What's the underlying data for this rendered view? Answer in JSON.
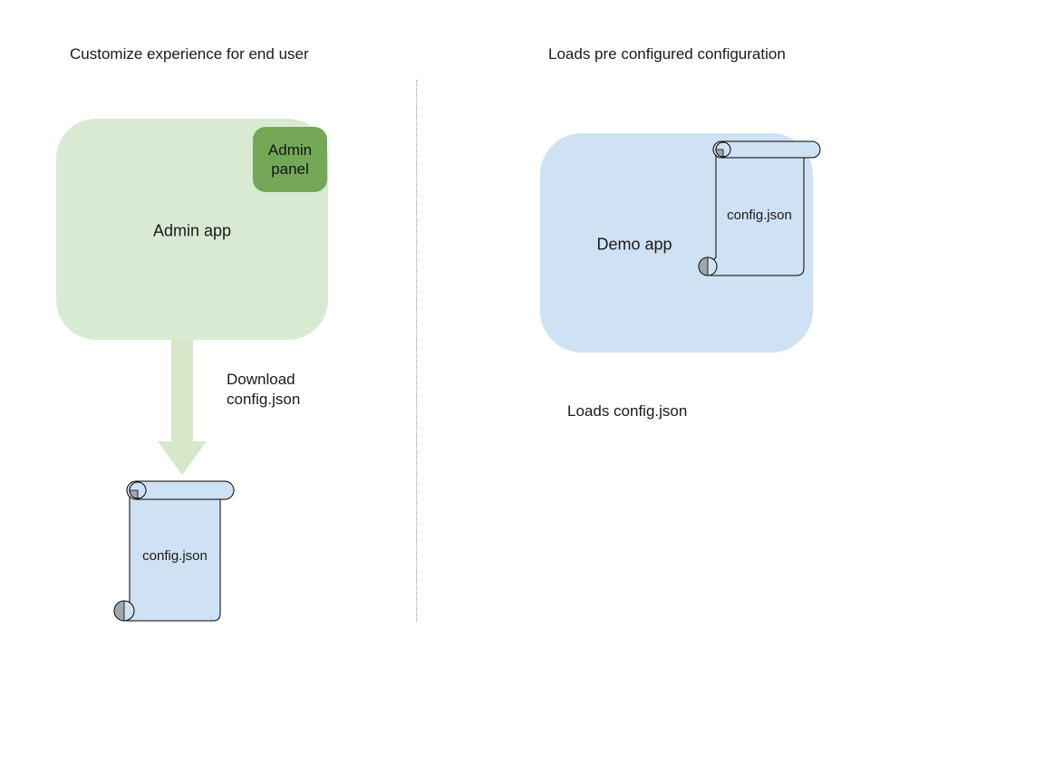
{
  "left": {
    "title": "Customize experience for end user",
    "admin_app_label": "Admin app",
    "admin_panel_label_line1": "Admin",
    "admin_panel_label_line2": "panel",
    "download_label_line1": "Download",
    "download_label_line2": "config.json",
    "config_file_label": "config.json"
  },
  "right": {
    "title": "Loads pre configured configuration",
    "demo_app_label": "Demo app",
    "config_file_label": "config.json",
    "caption": "Loads config.json"
  },
  "colors": {
    "background": "#ffffff",
    "admin_app_fill": "#d9ead3",
    "admin_panel_fill": "#74a857",
    "arrow_fill": "#d6e7ca",
    "demo_app_fill": "#cfe2f3",
    "file_fill": "#cfe2f3",
    "curl_shade": "#a0a6ad",
    "outline": "#000000",
    "divider": "#999999",
    "text": "#1a1a1a"
  }
}
